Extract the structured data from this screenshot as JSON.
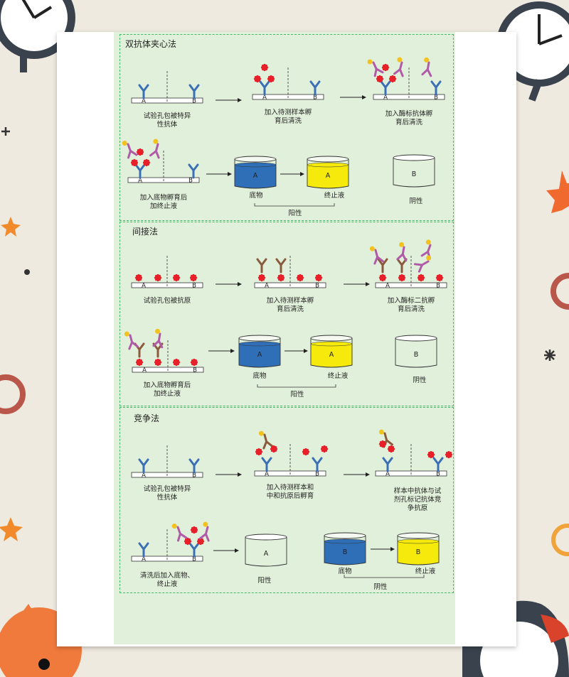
{
  "sections": [
    {
      "title": "双抗体夹心法",
      "captions": [
        "试验孔包被特异\n性抗体",
        "加入待测样本孵\n育后清洗",
        "加入酶标抗体孵\n育后清洗",
        "加入底物孵育后\n加终止液",
        "底物",
        "终止液",
        "阳性",
        "阴性"
      ],
      "well_labels": [
        "A",
        "B"
      ],
      "cup_labels": [
        "A",
        "A",
        "B"
      ]
    },
    {
      "title": "间接法",
      "captions": [
        "试验孔包被抗原",
        "加入待测样本孵\n育后清洗",
        "加入酶标二抗孵\n育后清洗",
        "加入底物孵育后\n加终止液",
        "底物",
        "终止液",
        "阳性",
        "阴性"
      ],
      "well_labels": [
        "A",
        "B"
      ],
      "cup_labels": [
        "A",
        "A",
        "B"
      ]
    },
    {
      "title": "竞争法",
      "captions": [
        "试验孔包被特异\n性抗体",
        "加入待测样本和\n中和抗原后孵育",
        "样本中抗体与试\n剂孔标记抗体竞\n争抗原",
        "清洗后加入底物、\n终止液",
        "阳性",
        "底物",
        "终止液",
        "阴性"
      ],
      "well_labels": [
        "A",
        "B"
      ],
      "cup_labels": [
        "A",
        "B",
        "B"
      ]
    }
  ],
  "colors": {
    "antibody": "#3b6fb5",
    "antigen": "#e8202a",
    "enzyme_ab": "#b05aa8",
    "enzyme": "#f2c21e",
    "secondary": "#8b5a3c",
    "substrate": "#2f6fb8",
    "stop": "#f5ea0c",
    "panel": "#e1f0da",
    "border": "#45b86a"
  },
  "icons": [
    "alarm-clock-icon",
    "star-icon",
    "asterisk-icon",
    "ring-icon",
    "pumpkin-icon"
  ]
}
